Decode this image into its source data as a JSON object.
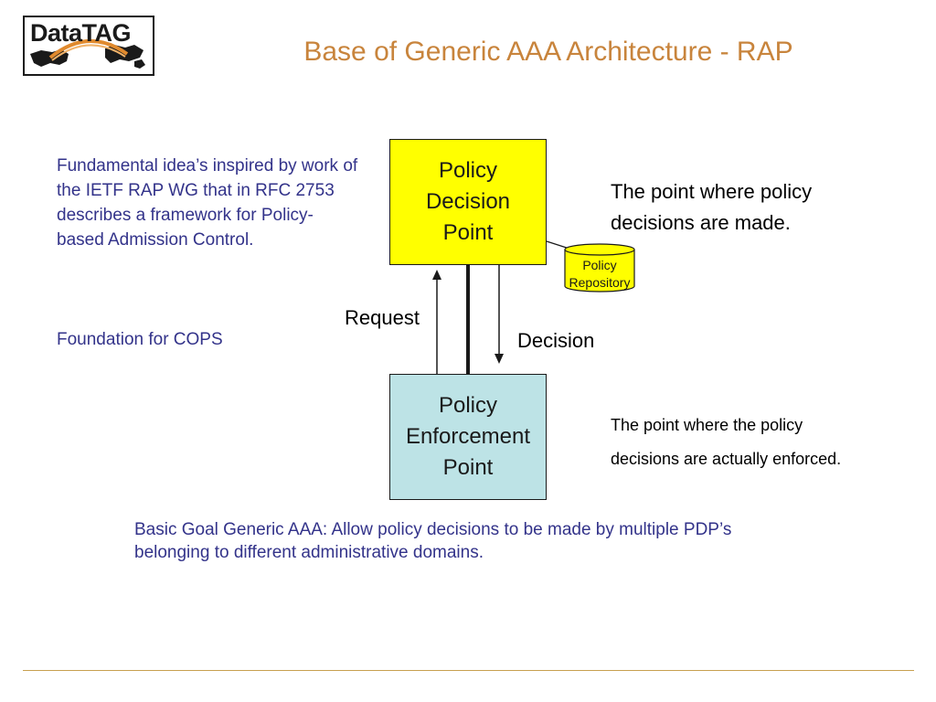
{
  "logo": {
    "text": "DataTAG"
  },
  "title": "Base of Generic AAA Architecture - RAP",
  "left_text": {
    "paragraph": "Fundamental idea’s inspired by work of the IETF RAP WG that in RFC 2753 describes a framework for Policy-based Admission Control.",
    "cops": "Foundation for COPS"
  },
  "diagram": {
    "pdp": {
      "line1": "Policy",
      "line2": "Decision",
      "line3": "Point"
    },
    "pep": {
      "line1": "Policy",
      "line2": "Enforcement",
      "line3": "Point"
    },
    "repository": {
      "line1": "Policy",
      "line2": "Repository"
    },
    "request_label": "Request",
    "decision_label": "Decision",
    "pdp_desc_line1": "The point where policy",
    "pdp_desc_line2": "decisions are made.",
    "pep_desc_line1": "The point where the policy",
    "pep_desc_line2": "decisions are actually enforced."
  },
  "goal": "Basic Goal Generic AAA: Allow policy decisions to be made by multiple PDP’s belonging to different administrative domains.",
  "colors": {
    "title": "#C8843C",
    "body_text": "#33338A",
    "pdp_fill": "#FFFF00",
    "pep_fill": "#BDE3E6",
    "repository_fill": "#FFFF00",
    "rule": "#C8A050"
  }
}
